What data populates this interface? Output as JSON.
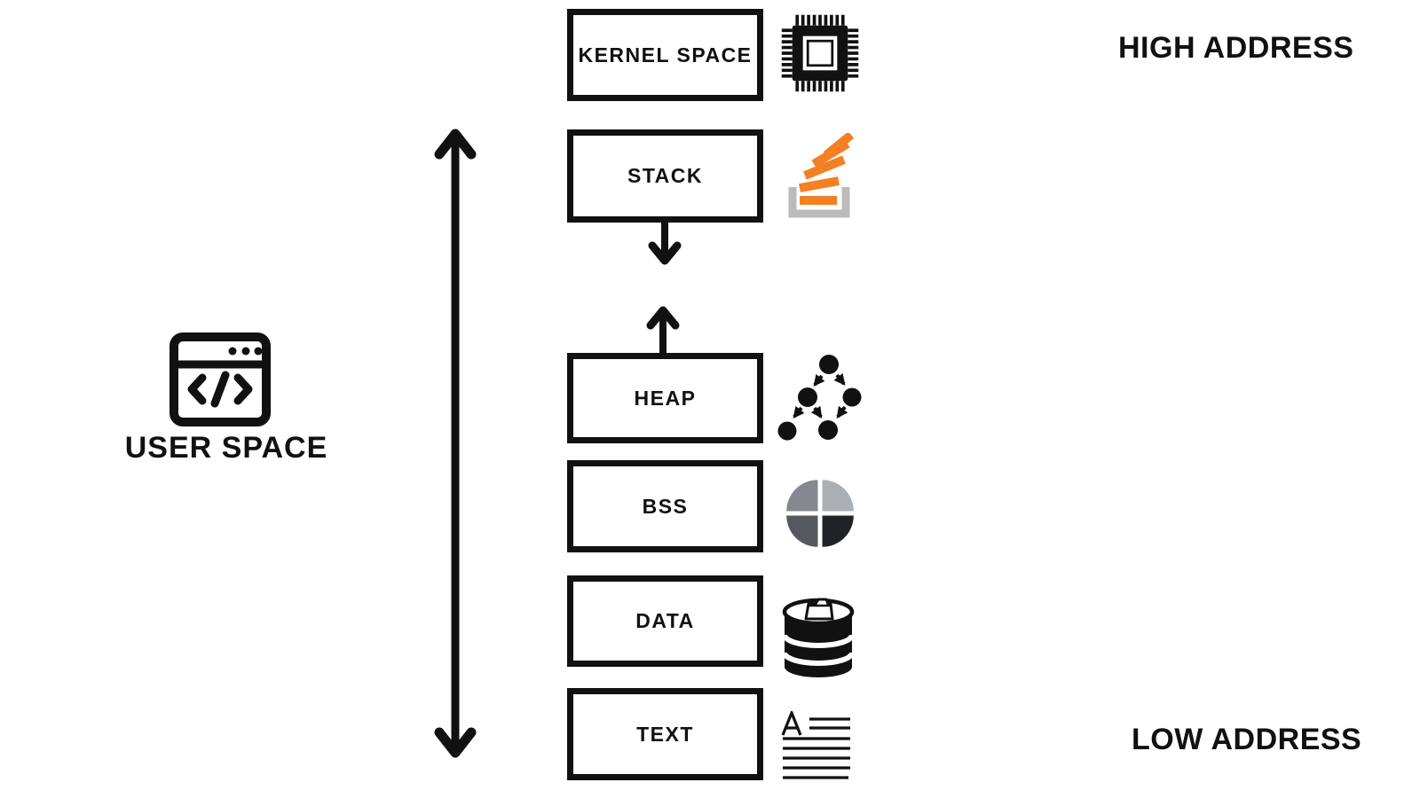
{
  "diagram": {
    "user_space": {
      "label": "USER SPACE",
      "icon": "code-window-icon"
    },
    "address_labels": {
      "high": "HIGH ADDRESS",
      "low": "LOW ADDRESS"
    },
    "memory_segments": [
      {
        "label": "KERNEL SPACE",
        "icon": "cpu-chip-icon"
      },
      {
        "label": "STACK",
        "icon": "stack-overflow-icon",
        "growth_arrow": "down"
      },
      {
        "label": "HEAP",
        "icon": "tree-nodes-icon",
        "growth_arrow": "up"
      },
      {
        "label": "BSS",
        "icon": "pie-chart-icon"
      },
      {
        "label": "DATA",
        "icon": "database-icon"
      },
      {
        "label": "TEXT",
        "icon": "text-lines-icon"
      }
    ],
    "colors": {
      "ink": "#111111",
      "stack_orange": "#F48024",
      "tray_gray": "#BCBBBB",
      "pie_top_left": "#84888F",
      "pie_top_right": "#ABAEB3",
      "pie_bottom_left": "#55585F",
      "pie_bottom_right": "#1F2226"
    }
  }
}
